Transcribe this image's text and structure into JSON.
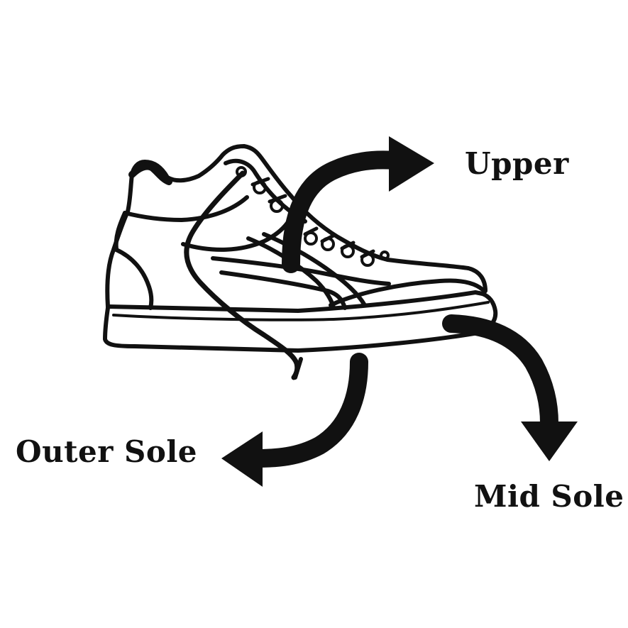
{
  "diagram": {
    "subject": "sneaker",
    "labels": {
      "upper": "Upper",
      "outer_sole": "Outer Sole",
      "mid_sole": "Mid Sole"
    },
    "colors": {
      "ink": "#111111",
      "background": "#ffffff"
    }
  }
}
